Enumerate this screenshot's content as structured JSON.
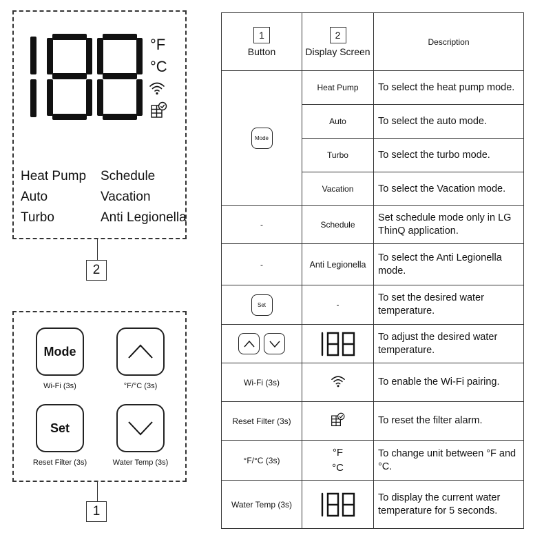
{
  "display": {
    "units": [
      "°F",
      "°C"
    ],
    "modes_left": [
      "Heat Pump",
      "Auto",
      "Turbo"
    ],
    "modes_right": [
      "Schedule",
      "Vacation",
      "Anti Legionella"
    ],
    "callout": "2"
  },
  "buttons": {
    "callout": "1",
    "mode": {
      "label": "Mode",
      "caption": "Wi-Fi (3s)"
    },
    "up": {
      "caption": "°F/°C (3s)"
    },
    "set": {
      "label": "Set",
      "caption": "Reset Filter (3s)"
    },
    "down": {
      "caption": "Water Temp (3s)"
    }
  },
  "table": {
    "header": {
      "col1_num": "1",
      "col1_label": "Button",
      "col2_num": "2",
      "col2_label": "Display Screen",
      "col3_label": "Description"
    },
    "mode_button": "Mode",
    "set_button": "Set",
    "rows": [
      {
        "display": "Heat Pump",
        "desc": "To select the heat pump mode."
      },
      {
        "display": "Auto",
        "desc": "To select the auto mode."
      },
      {
        "display": "Turbo",
        "desc": "To select the turbo mode."
      },
      {
        "display": "Vacation",
        "desc": "To select the  Vacation mode."
      },
      {
        "button": "-",
        "display": "Schedule",
        "desc": "Set schedule mode only in LG ThinQ application."
      },
      {
        "button": "-",
        "display": "Anti Legionella",
        "desc": "To select the Anti Legionella mode."
      },
      {
        "display": "-",
        "desc": "To set the desired water temperature."
      },
      {
        "desc": "To adjust the desired water temperature."
      },
      {
        "button": "Wi-Fi (3s)",
        "desc": "To enable the Wi-Fi pairing."
      },
      {
        "button": "Reset Filter (3s)",
        "desc": "To reset the filter alarm."
      },
      {
        "button": "°F/°C (3s)",
        "units": [
          "°F",
          "°C"
        ],
        "desc": "To change unit between °F and °C."
      },
      {
        "button": "Water Temp (3s)",
        "desc": "To display the current water temperature for 5 seconds."
      }
    ]
  }
}
